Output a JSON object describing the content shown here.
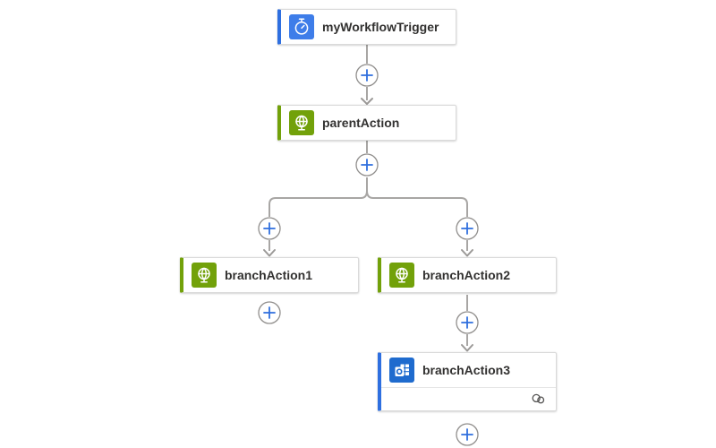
{
  "app": {
    "name": "workflow-designer-canvas"
  },
  "colors": {
    "canvas_bg": "#ffffff",
    "line_gray": "#a8a6a4",
    "arrow_gray": "#9b9997",
    "plus_circle_border": "#908e8c",
    "plus_sign": "#2f6fde",
    "card_border": "#dadada",
    "card_text": "#323130",
    "divider": "#e5e5e5",
    "footer_icon_gray": "#555453"
  },
  "nodes": [
    {
      "key": "trigger",
      "label": "myWorkflowTrigger",
      "icon": "recurrence-clock-icon",
      "accent": "#2e6fe0",
      "icon_bg": "#3e7de9",
      "type": "trigger"
    },
    {
      "key": "parentAction",
      "label": "parentAction",
      "icon": "http-globe-icon",
      "accent": "#72a10a",
      "icon_bg": "#72a10a",
      "type": "action"
    },
    {
      "key": "branchAction1",
      "label": "branchAction1",
      "icon": "http-globe-icon",
      "accent": "#72a10a",
      "icon_bg": "#72a10a",
      "type": "action"
    },
    {
      "key": "branchAction2",
      "label": "branchAction2",
      "icon": "http-globe-icon",
      "accent": "#72a10a",
      "icon_bg": "#72a10a",
      "type": "action"
    },
    {
      "key": "branchAction3",
      "label": "branchAction3",
      "icon": "outlook-mail-icon",
      "accent": "#2e6fe0",
      "icon_bg": "#1f6bce",
      "type": "action",
      "footer_icon": "connections-icon"
    }
  ],
  "icons": {
    "add_step": "add-plus-circle-icon",
    "trigger": "recurrence-clock-icon",
    "http": "http-globe-icon",
    "outlook": "outlook-mail-icon",
    "connections": "connections-icon"
  },
  "add_button_count": 7
}
